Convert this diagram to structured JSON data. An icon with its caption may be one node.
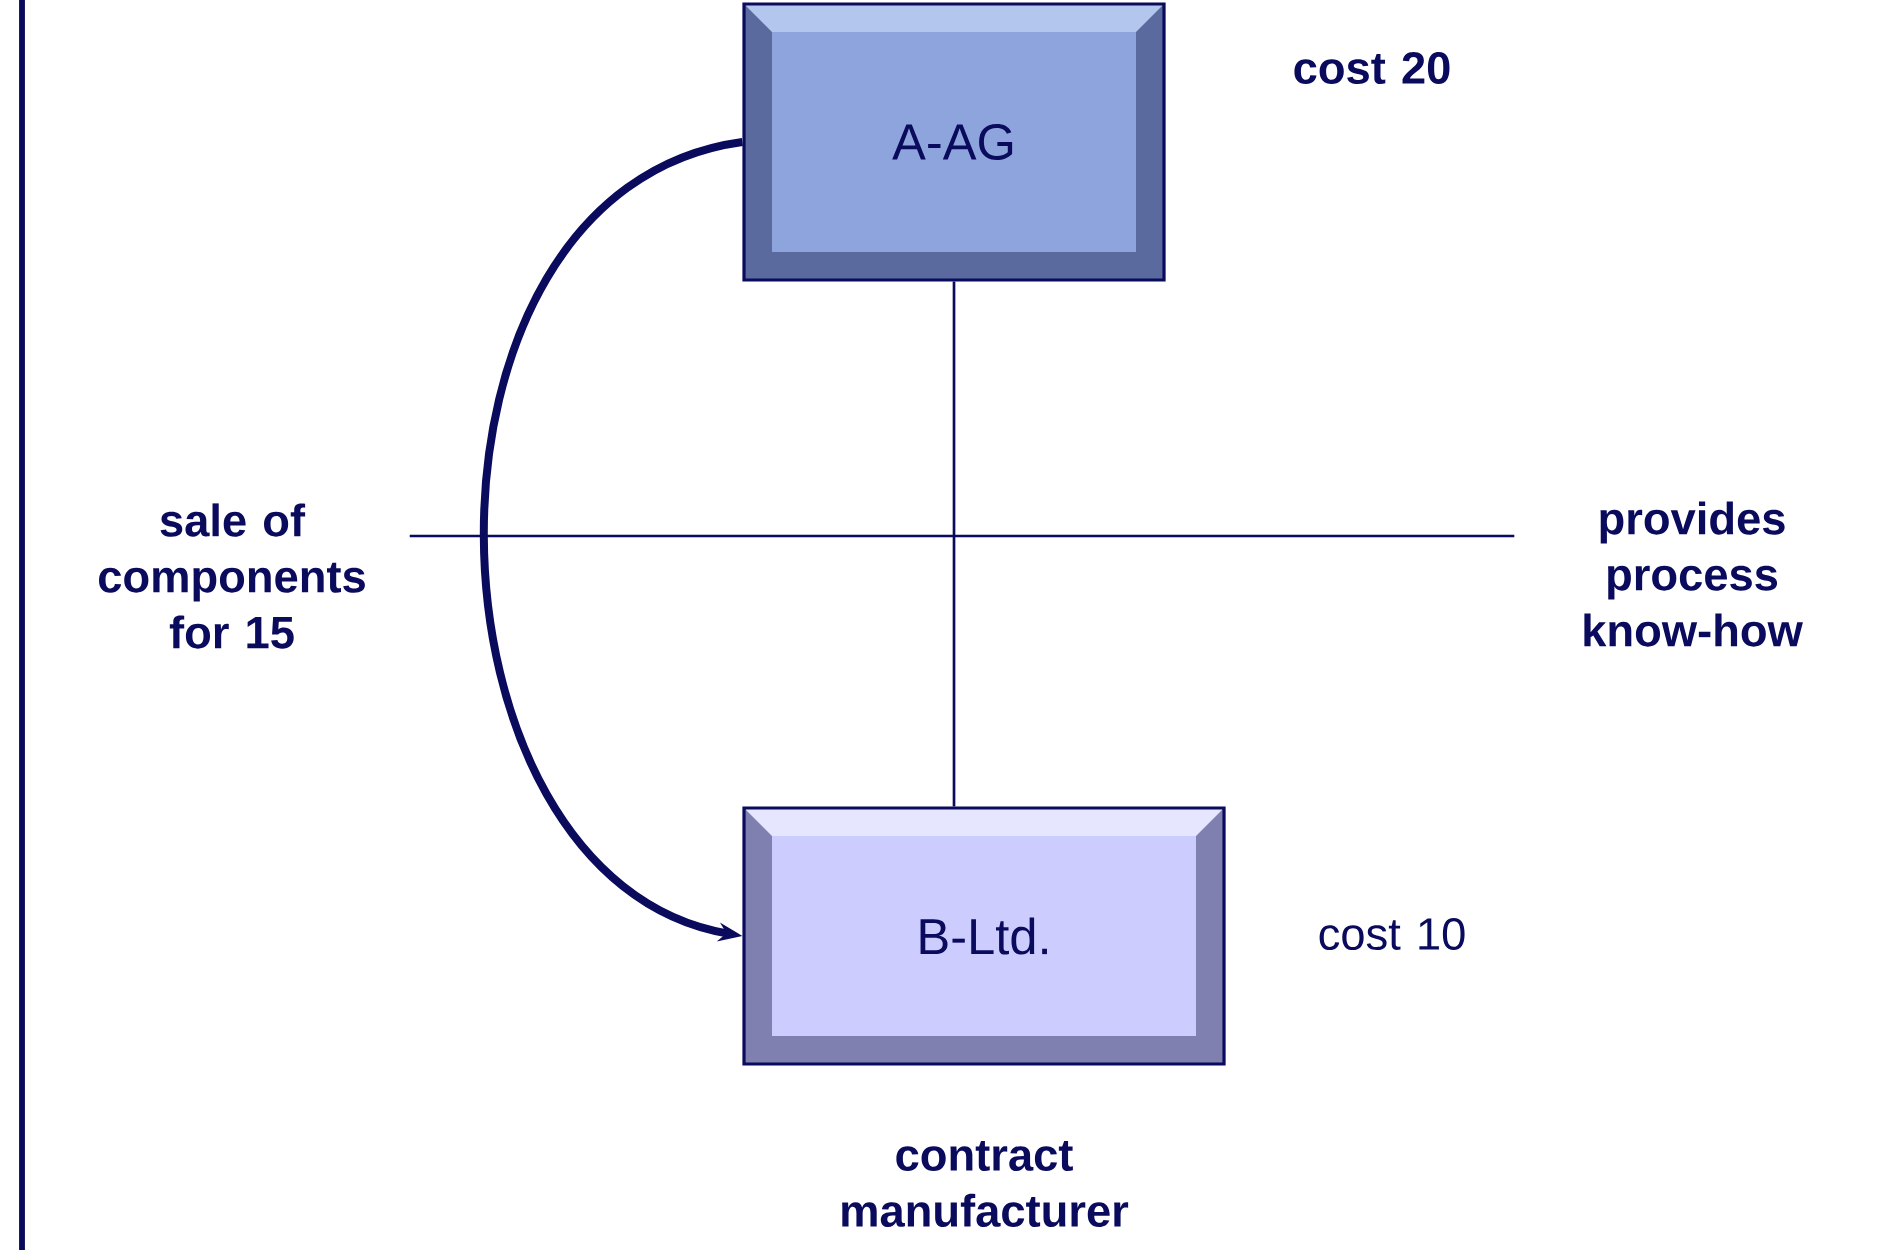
{
  "diagram": {
    "nodes": [
      {
        "text": [
          "A-AG"
        ],
        "beside": [
          "cost  20"
        ]
      },
      {
        "text": [
          "sale of components for 15"
        ]
      },
      {
        "text": [
          "provides process know-how"
        ]
      },
      {
        "text": [
          "B-Ltd."
        ],
        "beside": [
          "cost  10",
          "contract manufacturer"
        ]
      }
    ],
    "edges": [
      {
        "from": 0,
        "to": 3,
        "arrow": "none"
      },
      {
        "from": 0,
        "to": 3,
        "arrow": "to",
        "style": "thick"
      },
      {
        "from": 1,
        "to": 2,
        "arrow": "none"
      }
    ]
  }
}
